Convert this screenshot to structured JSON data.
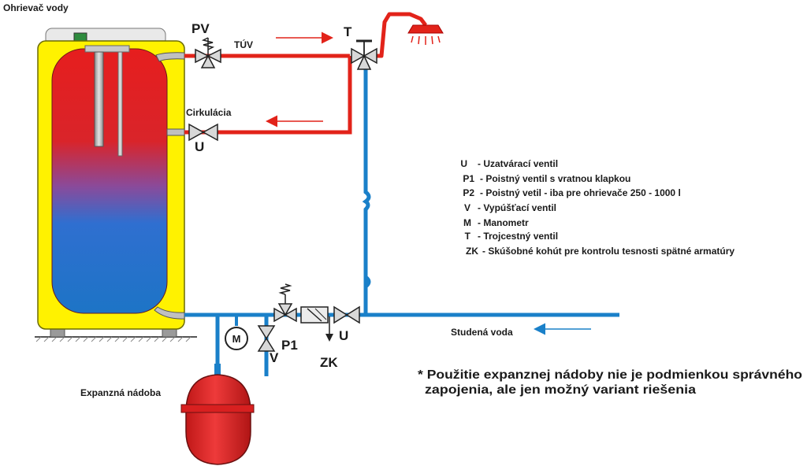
{
  "labels": {
    "heater": "Ohrievač vody",
    "pv": "PV",
    "tuv": "TÚV",
    "t": "T",
    "circulation": "Cirkulácia",
    "u_top": "U",
    "m": "M",
    "v": "V",
    "p1": "P1",
    "zk": "ZK",
    "u_bottom": "U",
    "cold_water": "Studená voda",
    "expansion_vessel": "Expanzná nádoba"
  },
  "legend": [
    {
      "code": "U",
      "desc": "- Uzatvárací ventil"
    },
    {
      "code": "P1",
      "desc": "- Poistný ventil s vratnou klapkou"
    },
    {
      "code": "P2",
      "desc": "- Poistný vetil - iba pre ohrievače 250 - 1000 l"
    },
    {
      "code": "V",
      "desc": "- Vypúšťací ventil"
    },
    {
      "code": "M",
      "desc": "- Manometr"
    },
    {
      "code": "T",
      "desc": "- Trojcestný ventil"
    },
    {
      "code": "ZK",
      "desc": "- Skúšobné kohút pre kontrolu tesnosti spätné armatúry"
    }
  ],
  "note": {
    "line1": "* Použitie expanznej nádoby nie je podmienkou správného",
    "line2": "zapojenia, ale jen možný variant riešenia"
  },
  "colors": {
    "hot": "#e2231a",
    "cold": "#1a80c9",
    "tank_shell": "#fff200",
    "tank_hot": "#e8231b",
    "tank_cold": "#1f78c8"
  }
}
